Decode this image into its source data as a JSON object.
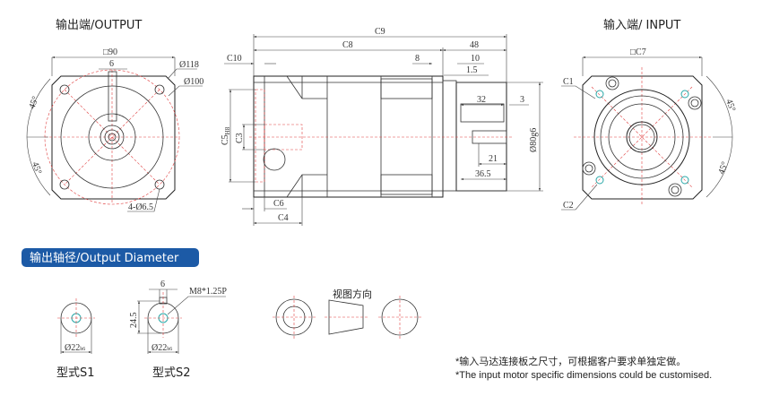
{
  "output_view": {
    "title": "输出端/OUTPUT",
    "square": "□90",
    "key_width": "6",
    "dia_outer": "Ø118",
    "dia_pcd": "Ø100",
    "holes": "4-Ø6.5",
    "angle_top": "45°",
    "angle_bottom": "45°"
  },
  "side_view": {
    "c9": "C9",
    "c8": "C8",
    "d48": "48",
    "c10": "C10",
    "d8": "8",
    "d10": "10",
    "d1_5": "1.5",
    "d32": "32",
    "d3": "3",
    "d21": "21",
    "d36_5": "36.5",
    "shaft_dia": "Ø80g6",
    "c5": "C5",
    "c5_tol": "H8",
    "c3": "C3",
    "c6": "C6",
    "c4": "C4"
  },
  "input_view": {
    "title": "输入端/ INPUT",
    "square": "□C7",
    "c1": "C1",
    "c2": "C2",
    "angle_top": "45°",
    "angle_bottom": "45°"
  },
  "output_diameter": {
    "banner": "输出轴径/Output Diameter",
    "s1": {
      "dia": "Ø22",
      "tol": "h6",
      "label": "型式S1"
    },
    "s2": {
      "key": "6",
      "height": "24.5",
      "thread": "M8*1.25P",
      "dia": "Ø22",
      "tol": "h6",
      "label": "型式S2"
    },
    "view_direction": "视图方向"
  },
  "notes": {
    "cn": "*输入马达连接板之尺寸，可根据客户要求单独定做。",
    "en": "*The input motor specific dimensions could be customised."
  }
}
